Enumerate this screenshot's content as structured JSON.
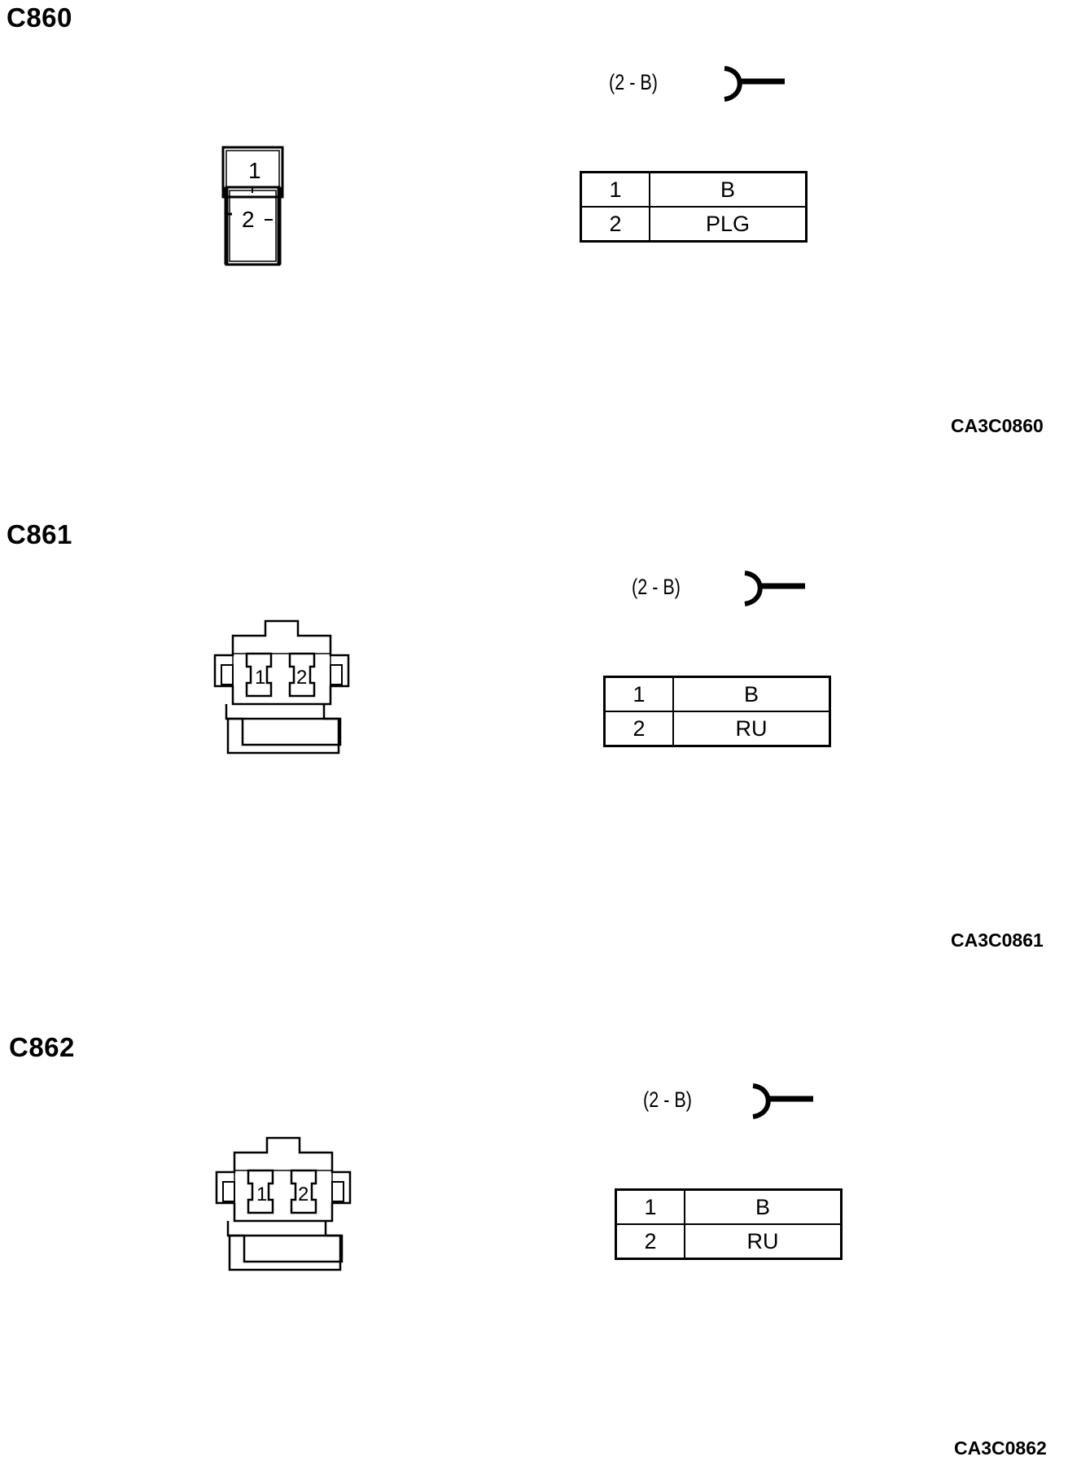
{
  "sections": [
    {
      "title": "C860",
      "orientation": "(2 - B)",
      "ref": "CA3C0860",
      "pin_labels": [
        "1",
        "2"
      ],
      "rows": [
        {
          "pin": "1",
          "color": "B"
        },
        {
          "pin": "2",
          "color": "PLG"
        }
      ]
    },
    {
      "title": "C861",
      "orientation": "(2 - B)",
      "ref": "CA3C0861",
      "pin_labels": [
        "1",
        "2"
      ],
      "rows": [
        {
          "pin": "1",
          "color": "B"
        },
        {
          "pin": "2",
          "color": "RU"
        }
      ]
    },
    {
      "title": "C862",
      "orientation": "(2 - B)",
      "ref": "CA3C0862",
      "pin_labels": [
        "1",
        "2"
      ],
      "rows": [
        {
          "pin": "1",
          "color": "B"
        },
        {
          "pin": "2",
          "color": "RU"
        }
      ]
    }
  ]
}
